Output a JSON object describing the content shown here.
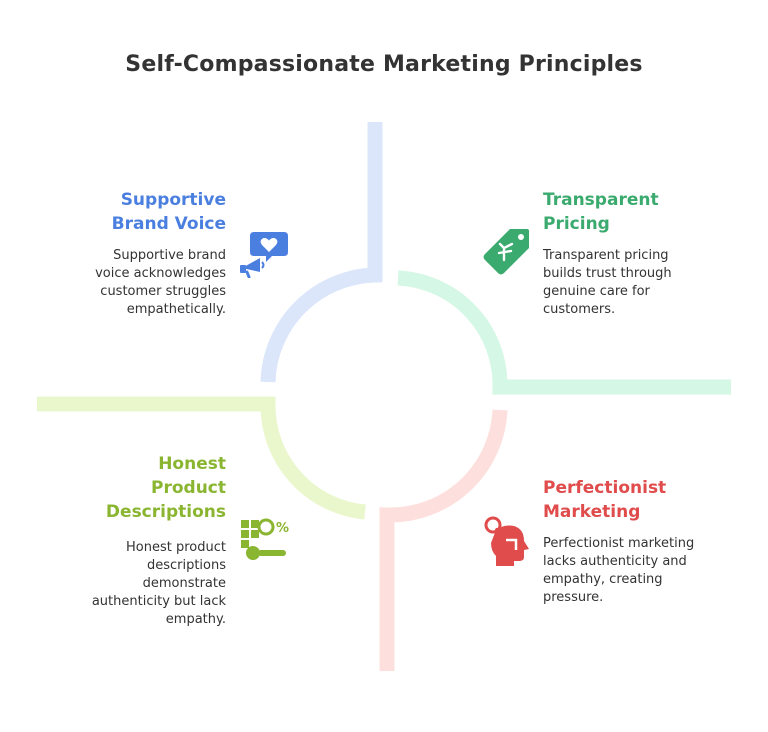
{
  "title": "Self-Compassionate Marketing Principles",
  "colors": {
    "blue": "#4a7fe0",
    "blue_light": "#dbe6fb",
    "green": "#3aaa6e",
    "green_light": "#d5f7e6",
    "lime": "#8ab530",
    "lime_light": "#eaf7cc",
    "red": "#e04b4b",
    "red_light": "#fde0de"
  },
  "quadrants": {
    "top_left": {
      "title": "Supportive\nBrand Voice",
      "description": "Supportive brand\nvoice acknowledges\ncustomer struggles\nempathetically.",
      "icon": "megaphone-heart-icon"
    },
    "top_right": {
      "title": "Transparent\nPricing",
      "description": "Transparent pricing\nbuilds trust through\ngenuine care for\ncustomers.",
      "icon": "price-tag-icon"
    },
    "bottom_left": {
      "title": "Honest\nProduct\nDescriptions",
      "description": "Honest product\ndescriptions\ndemonstrate\nauthenticity but lack\nempathy.",
      "icon": "product-search-percent-icon"
    },
    "bottom_right": {
      "title": "Perfectionist\nMarketing",
      "description": "Perfectionist marketing\nlacks authenticity and\nempathy, creating\npressure.",
      "icon": "head-magnifier-icon"
    }
  }
}
